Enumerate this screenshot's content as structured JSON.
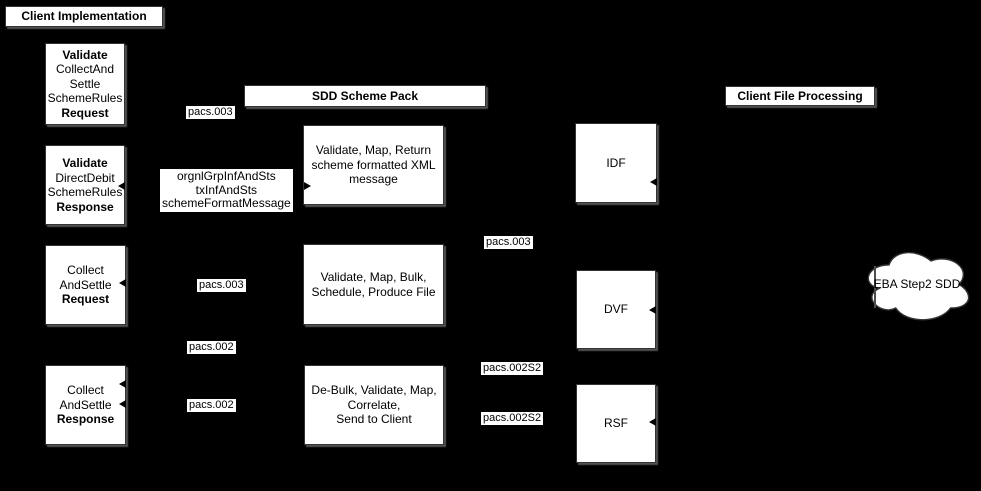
{
  "canvas": {
    "background": "#000000"
  },
  "palette": {
    "node_fill": "#ffffff",
    "node_border": "#333333",
    "text": "#000000",
    "shadow": "#999999"
  },
  "headers": {
    "client_implementation": "Client Implementation",
    "sdd_scheme_pack": "SDD Scheme Pack",
    "client_file_processing": "Client File Processing"
  },
  "nodes": {
    "validate_collect_request": {
      "lines": [
        "Validate",
        "CollectAnd",
        "Settle",
        "SchemeRules",
        "Request"
      ]
    },
    "validate_directdebit_response": {
      "lines": [
        "Validate",
        "DirectDebit",
        "SchemeRules",
        "Response"
      ]
    },
    "collect_settle_request": {
      "lines": [
        "Collect",
        "AndSettle",
        "Request"
      ]
    },
    "collect_settle_response": {
      "lines": [
        "Collect",
        "AndSettle",
        "Response"
      ]
    },
    "validate_map_return": {
      "lines": [
        "Validate, Map, Return",
        "scheme formatted XML",
        "message"
      ]
    },
    "validate_map_bulk": {
      "lines": [
        "Validate, Map, Bulk,",
        "Schedule, Produce File"
      ]
    },
    "debulk": {
      "lines": [
        "De-Bulk, Validate, Map,",
        "Correlate,",
        "Send to Client"
      ]
    },
    "idf": {
      "label": "IDF"
    },
    "dvf": {
      "label": "DVF"
    },
    "rsf": {
      "label": "RSF"
    },
    "eba_cloud": {
      "label": "EBA Step2 SDD"
    }
  },
  "message_labels": {
    "pacs003_top": "pacs.003",
    "pacs003_middle": "pacs.003",
    "pacs003_right": "pacs.003",
    "pacs002_upper": "pacs.002",
    "pacs002_lower": "pacs.002",
    "pacs002s2_upper": "pacs.002S2",
    "pacs002s2_lower": "pacs.002S2",
    "orgnl_group": {
      "lines": [
        "orgnlGrpInfAndSts",
        "txInfAndSts",
        "schemeFormatMessage"
      ]
    }
  }
}
